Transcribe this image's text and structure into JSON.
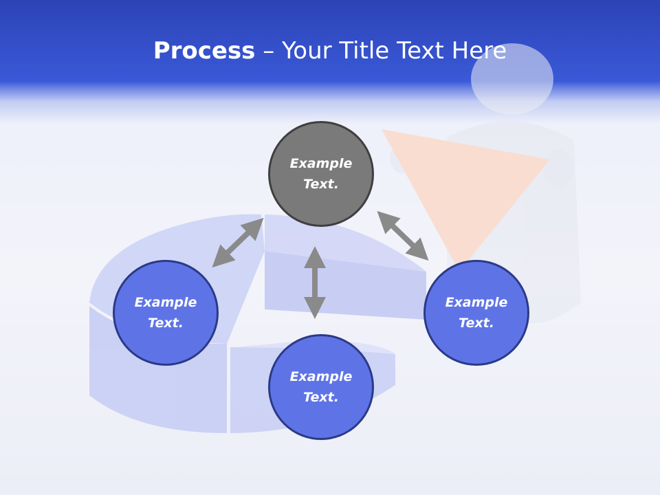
{
  "title": {
    "bold": "Process",
    "rest": " – Your Title Text Here"
  },
  "nodes": {
    "center": "Example Text.",
    "left": "Example Text.",
    "bottom": "Example Text.",
    "right": "Example Text."
  },
  "colors": {
    "header_blue": "#3a59d8",
    "node_blue": "#5e74e6",
    "node_gray": "#7a7a7a",
    "arrow_gray": "#8a8a8a",
    "pie_piece": "#f9ddd0"
  }
}
